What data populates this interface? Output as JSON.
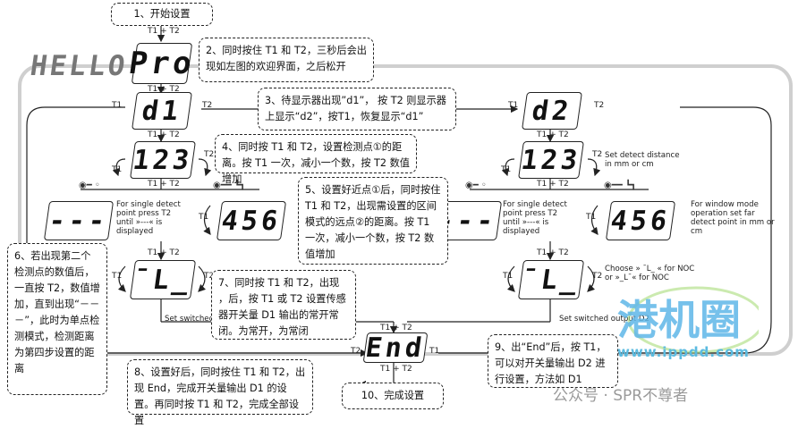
{
  "notes": {
    "n1": "1、开始设置",
    "n2": "2、同时按住 T1 和 T2，三秒后会出现如左图的欢迎界面，之后松开",
    "n3": "3、待显示器出现”d1”， 按 T2 则显示器上显示“d2”，按T1，恢复显示“d1”",
    "n4": "4、同时按 T1 和 T2，设置检测点①的距离。按 T1 一次，减小一个数，按 T2 数值增加",
    "n5": "5、设置好近点①后，同时按住 T1 和 T2，出现需设置的区间模式的远点②的距离。按 T1 一次，减小一个数，按 T2 数值增加",
    "n6": "6、若出现第二个检测点的数值后，一直按 T2，数值增加，直到出现“－－－”，此时为单点检测模式，检测距离为第四步设置的距离",
    "n7": "7、同时按 T1 和 T2，出现 ，后，按 T1 或 T2 设置传感器开关量 D1 输出的常开常闭。为常开，为常闭",
    "n8": "8、设置好后，同时按住 T1 和 T2，出现 End，完成开关量输出 D1 的设置。再同时按 T1 和 T2，完成全部设置",
    "n9": "9、出“End”后，按 T1，可以对开关量输出 D2 进行设置，方法如 D1",
    "n10": "10、完成设置"
  },
  "displays": {
    "hello": "HELLO",
    "pro": "Pro",
    "d1": "d1",
    "d2": "d2",
    "v123_left": "123",
    "v123_right": "123",
    "dash_left": "---",
    "dash_right": "---",
    "v456_left": "456",
    "v456_right": "456",
    "tl_left": "¯L_",
    "tl_right": "¯L_",
    "end": "End"
  },
  "buttons": {
    "t1t2": "T1 + T2",
    "t1": "T1",
    "t2": "T2"
  },
  "english": {
    "set_detect": "Set detect distance in mm or cm",
    "single_left": "For single detect point press T2 until »---« is displayed",
    "single_right": "For single detect point press T2 until »---« is displayed",
    "window_mode": "For window mode operation set far detect point in mm or cm",
    "choose": "Choose » ¯L_ « for NOC or »_L¯« for NOC",
    "set_switched_left": "Set switched",
    "set_switched_right": "Set switched output D2"
  },
  "watermark": {
    "logo_text": "港机圈",
    "url": "www.ippdd.com",
    "wechat": "公众号 · SPR不尊者"
  }
}
